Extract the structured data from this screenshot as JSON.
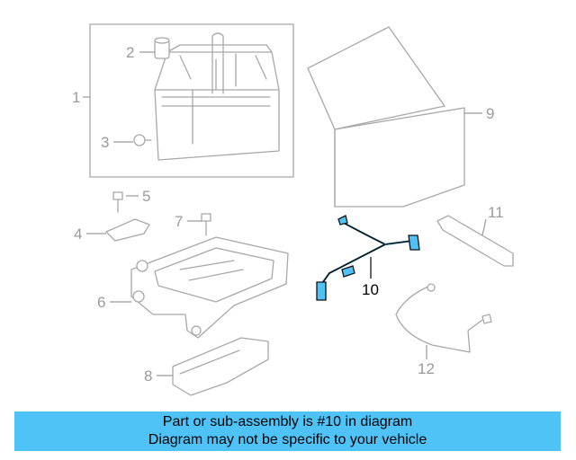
{
  "diagram": {
    "callouts": [
      "1",
      "2",
      "3",
      "5",
      "4",
      "7",
      "6",
      "8",
      "9",
      "11",
      "10",
      "12"
    ],
    "highlighted_part": "10",
    "highlight_color": "#4fc3f7",
    "line_color": "#a8a8a8"
  },
  "banner": {
    "line1": "Part or sub-assembly is #10 in diagram",
    "line2": "Diagram may not be specific to your vehicle",
    "background": "#4fc3f7"
  }
}
